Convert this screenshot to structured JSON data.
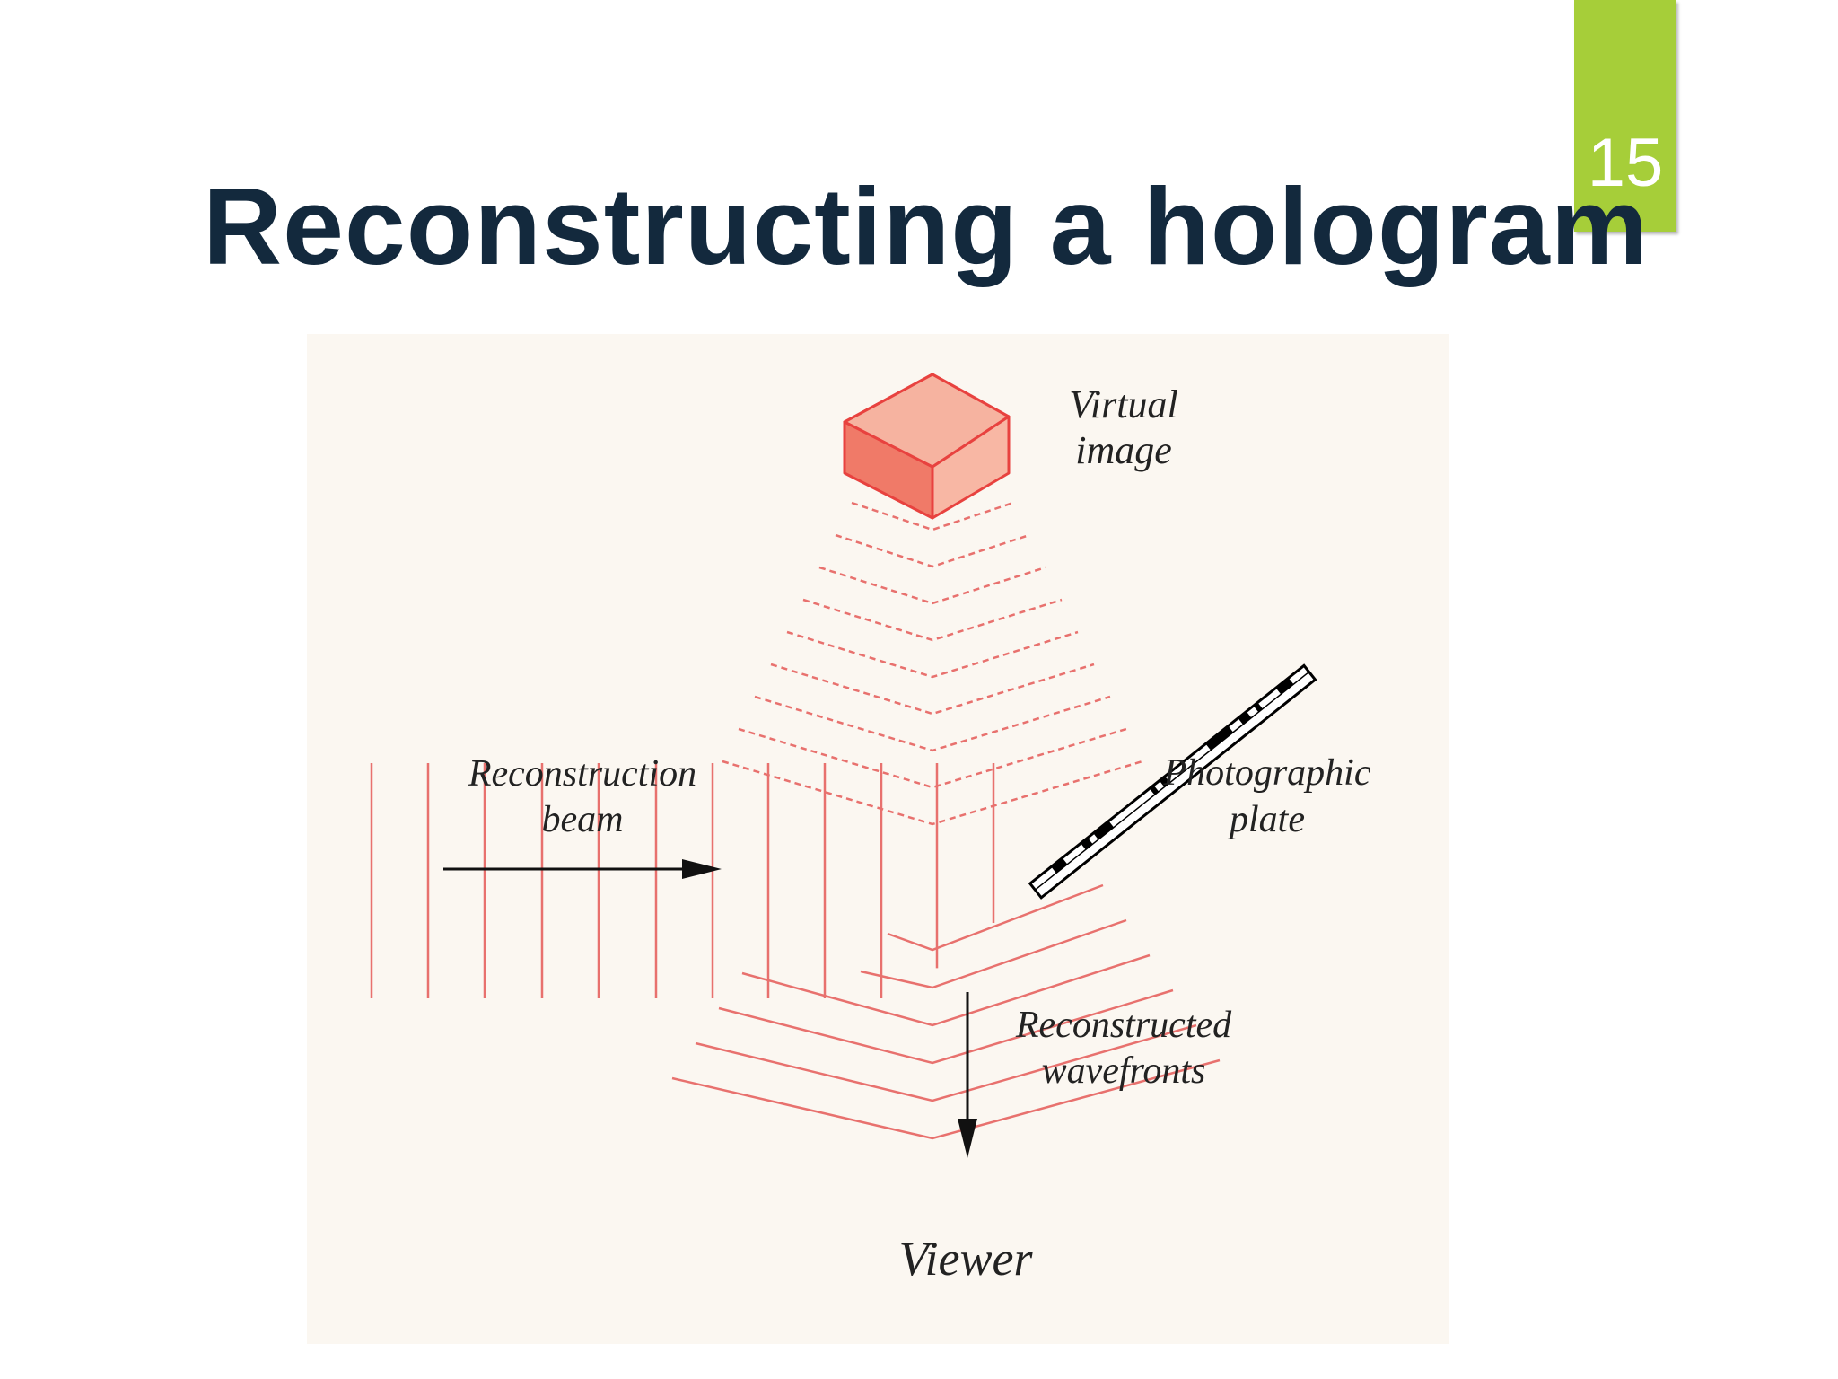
{
  "slide": {
    "number": "15",
    "title": "Reconstructing a hologram",
    "accent_color": "#a6ce39",
    "title_color": "#13293d"
  },
  "diagram": {
    "background_color": "#fbf7f1",
    "wave_color": "#e8716e",
    "labels": {
      "virtual_image_line1": "Virtual",
      "virtual_image_line2": "image",
      "beam_line1": "Reconstruction",
      "beam_line2": "beam",
      "plate_line1": "Photographic",
      "plate_line2": "plate",
      "wavefronts_line1": "Reconstructed",
      "wavefronts_line2": "wavefronts",
      "viewer": "Viewer"
    }
  }
}
